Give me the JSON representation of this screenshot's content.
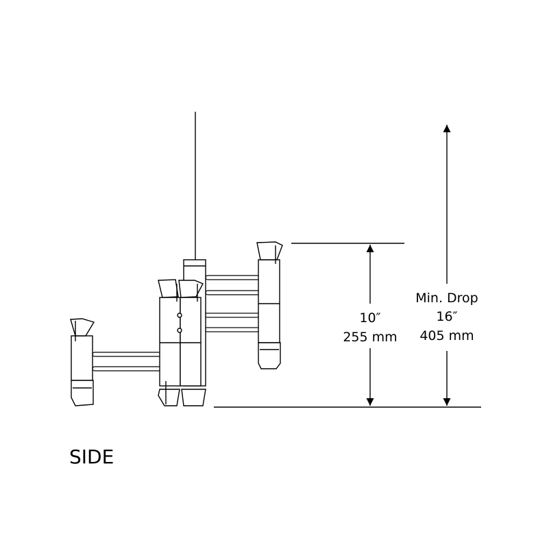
{
  "view_label": "SIDE",
  "dimension_fixture_height": {
    "imperial": "10″",
    "metric": "255 mm"
  },
  "dimension_min_drop": {
    "label": "Min. Drop",
    "imperial": "16″",
    "metric": "405 mm"
  }
}
